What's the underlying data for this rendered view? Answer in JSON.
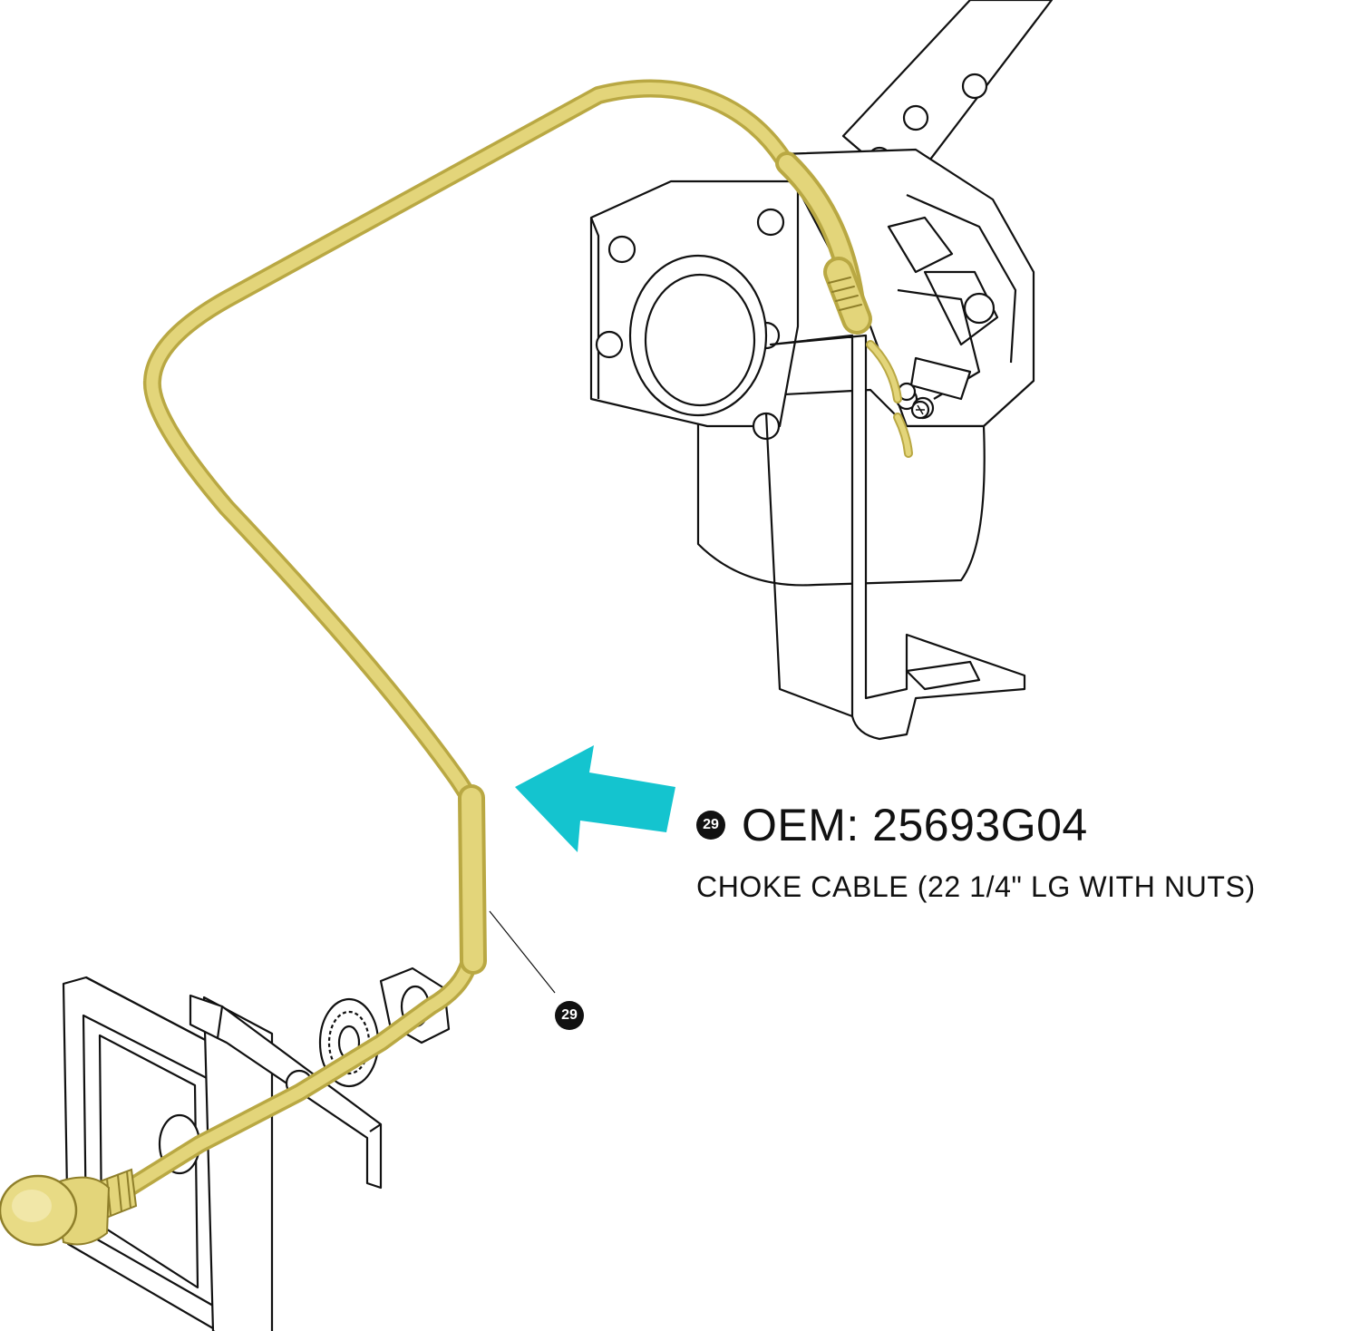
{
  "callout": {
    "number": "29"
  },
  "part": {
    "number": "29",
    "oem": "OEM: 25693G04",
    "description": "CHOKE CABLE (22 1/4\" LG WITH NUTS)"
  },
  "colors": {
    "cable": "#e3d57a",
    "cable_edge": "#b9a843",
    "arrow": "#14c4cf",
    "line": "#111111"
  }
}
